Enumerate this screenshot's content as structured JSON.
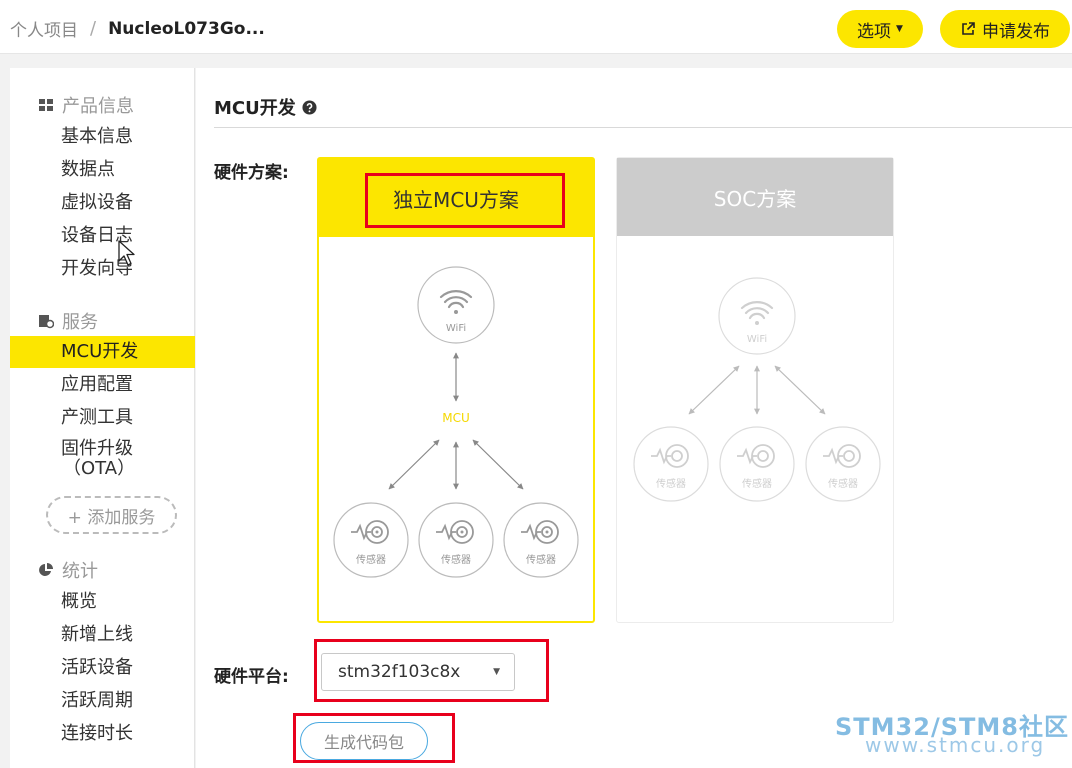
{
  "header": {
    "breadcrumb_root": "个人项目",
    "breadcrumb_sep": "/",
    "breadcrumb_current": "NucleoL073Go...",
    "options_label": "选项",
    "publish_label": "申请发布"
  },
  "sidebar": {
    "product_info": {
      "heading": "产品信息",
      "items": [
        "基本信息",
        "数据点",
        "虚拟设备",
        "设备日志",
        "开发向导"
      ]
    },
    "services": {
      "heading": "服务",
      "items": [
        "MCU开发",
        "应用配置",
        "产测工具",
        "固件升级",
        "（OTA）"
      ],
      "active": "MCU开发",
      "add_label": "+ 添加服务"
    },
    "stats": {
      "heading": "统计",
      "items": [
        "概览",
        "新增上线",
        "活跃设备",
        "活跃周期",
        "连接时长"
      ]
    }
  },
  "main": {
    "title": "MCU开发",
    "hardware_solution_label": "硬件方案:",
    "cards": {
      "mcu": {
        "title": "独立MCU方案",
        "wifi": "WiFi",
        "center": "MCU",
        "sensor": "传感器"
      },
      "soc": {
        "title": "SOC方案",
        "wifi": "WiFi",
        "sensor": "传感器"
      }
    },
    "hardware_platform_label": "硬件平台:",
    "platform_value": "stm32f103c8x",
    "generate_button": "生成代码包"
  },
  "watermark": {
    "line1": "STM32/STM8社区",
    "line2": "www.stmcu.org"
  },
  "colors": {
    "accent_yellow": "#fce600",
    "highlight_red": "#e8001c",
    "soc_gray": "#cccccc"
  }
}
